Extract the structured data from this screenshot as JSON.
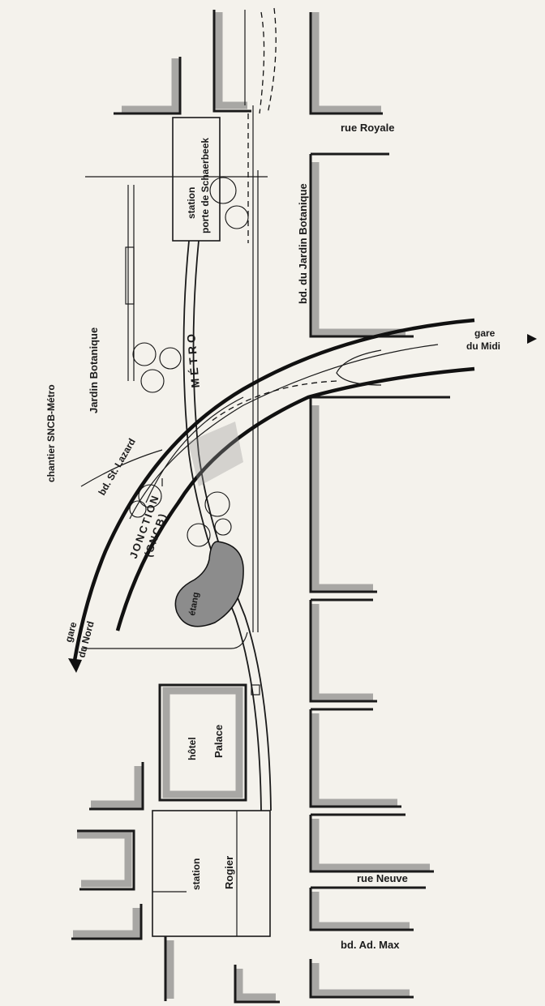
{
  "labels": {
    "rue_royale": "rue Royale",
    "station_porte_line1": "station",
    "station_porte_line2": "porte de Schaerbeek",
    "bd_jardin_botanique": "bd. du Jardin Botanique",
    "gare_midi_line1": "gare",
    "gare_midi_line2": "du Midi",
    "jardin_botanique": "Jardin Botanique",
    "chantier": "chantier SNCB-Métro",
    "metro": "MÉTRO",
    "bd_st_lazard": "bd. St. Lazard",
    "jonction_line1": "JONCTION",
    "jonction_line2": "(SNCB)",
    "etang": "étang",
    "gare_nord_line1": "gare",
    "gare_nord_line2": "du Nord",
    "hotel_line1": "hôtel",
    "hotel_line2": "Palace",
    "station_rogier_line1": "station",
    "station_rogier_line2": "Rogier",
    "rue_neuve": "rue Neuve",
    "bd_ad_max": "bd. Ad. Max"
  },
  "colors": {
    "paper": "#f4f2ec",
    "ink": "#1a1a1a",
    "pond": "#8c8c8c",
    "hatch": "#6a6a6a"
  },
  "icons": {
    "tree": "tree-icon",
    "arrow": "direction-arrow-icon"
  }
}
